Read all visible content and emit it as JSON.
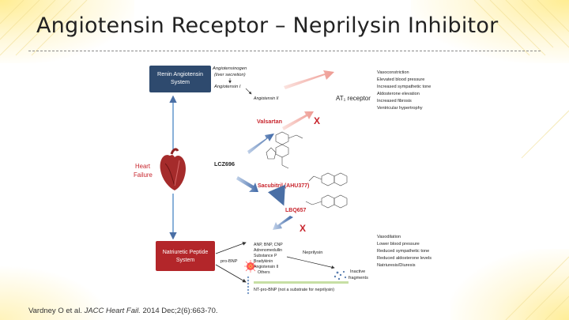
{
  "slide": {
    "title": "Angiotensin Receptor – Neprilysin Inhibitor"
  },
  "diagram": {
    "raas_box": {
      "line1": "Renin Angiotensin",
      "line2": "System"
    },
    "np_box": {
      "line1": "Natriuretic Peptide",
      "line2": "System"
    },
    "heart_failure": {
      "line1": "Heart",
      "line2": "Failure"
    },
    "angiotensinogen": {
      "line1": "Angiotensinogen",
      "line2": "(liver secretion)"
    },
    "angiotensin_i": "Angiotensin I",
    "angiotensin_ii": "Angiotensin II",
    "at1_receptor": "AT₁ receptor",
    "at1_effects": [
      "Vasoconstriction",
      "Elevated blood pressure",
      "Increased sympathetic tone",
      "Aldosterone elevation",
      "Increased fibrosis",
      "Ventricular hypertrophy"
    ],
    "valsartan": "Valsartan",
    "lcz696": "LCZ696",
    "sacubitril": "Sacubitril (AHU377)",
    "lbq657": "LBQ657",
    "x_mark": "X",
    "np_list": [
      "ANP, BNP, CNP",
      "Adrenomedullin",
      "Substance P",
      "Bradykinin",
      "Angiotensin II",
      "Others"
    ],
    "pro_bnp": "pro-BNP",
    "neprilysin": "Neprilysin",
    "inactive_fragments": {
      "line1": "Inactive",
      "line2": "fragments"
    },
    "nt_pro_bnp": "NT-pro-BNP (not a substrate for neprilysin)",
    "np_effects": [
      "Vasodilation",
      "Lower blood pressure",
      "Reduced sympathetic tone",
      "Reduced aldosterone levels",
      "Natriuresis/Diuresis"
    ]
  },
  "citation": {
    "prefix": "Vardney O et al. ",
    "journal": "JACC Heart Fail.",
    "suffix": " 2014 Dec;2(6):663-70."
  },
  "colors": {
    "box_navy": "#2e4a6e",
    "box_red": "#b3262a",
    "drug_red": "#c8252d",
    "arrow_blue": "#4a6fa5",
    "arrow_pink": "#f2b3ad"
  }
}
